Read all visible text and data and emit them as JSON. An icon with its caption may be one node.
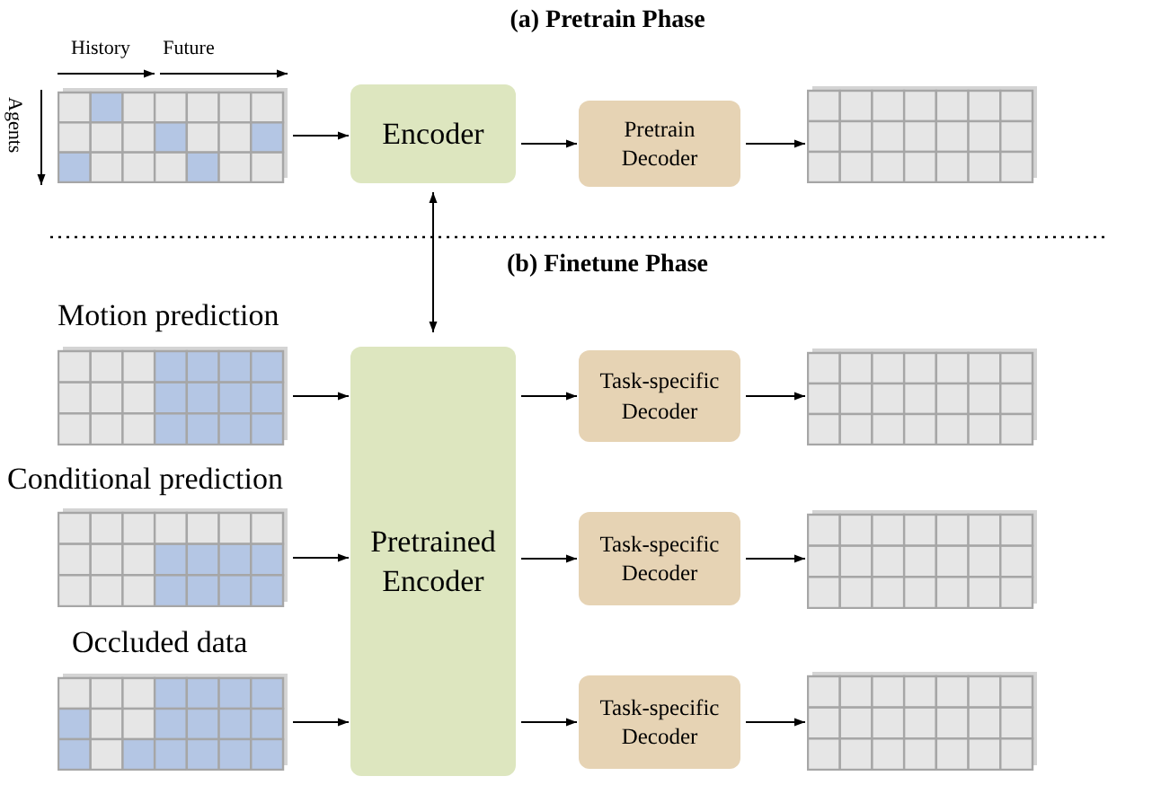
{
  "diagram": {
    "nodes": [
      {
        "text": [],
        "shape": "grid"
      },
      {
        "text": [
          "Encoder"
        ]
      },
      {
        "text": [
          "Pretrain Decoder"
        ]
      },
      {
        "text": [],
        "shape": "grid"
      },
      {
        "text": [],
        "shape": "grid",
        "beside": [
          "Motion prediction"
        ]
      },
      {
        "text": [],
        "shape": "grid",
        "beside": [
          "Conditional prediction"
        ]
      },
      {
        "text": [],
        "shape": "grid",
        "beside": [
          "Occluded data"
        ]
      },
      {
        "text": [
          "Pretrained Encoder"
        ]
      },
      {
        "text": [
          "Task-specific Decoder"
        ]
      },
      {
        "text": [
          "Task-specific Decoder"
        ]
      },
      {
        "text": [
          "Task-specific Decoder"
        ]
      },
      {
        "text": [],
        "shape": "grid"
      },
      {
        "text": [],
        "shape": "grid"
      },
      {
        "text": [],
        "shape": "grid"
      }
    ],
    "edges": [
      {
        "from": 0,
        "to": 1,
        "arrow": "to"
      },
      {
        "from": 1,
        "to": 2,
        "arrow": "to"
      },
      {
        "from": 2,
        "to": 3,
        "arrow": "to"
      },
      {
        "from": 1,
        "to": 7,
        "arrow": "both"
      },
      {
        "from": 4,
        "to": 7,
        "arrow": "to"
      },
      {
        "from": 5,
        "to": 7,
        "arrow": "to"
      },
      {
        "from": 6,
        "to": 7,
        "arrow": "to"
      },
      {
        "from": 7,
        "to": 8,
        "arrow": "to"
      },
      {
        "from": 7,
        "to": 9,
        "arrow": "to"
      },
      {
        "from": 7,
        "to": 10,
        "arrow": "to"
      },
      {
        "from": 8,
        "to": 11,
        "arrow": "to"
      },
      {
        "from": 9,
        "to": 12,
        "arrow": "to"
      },
      {
        "from": 10,
        "to": 13,
        "arrow": "to"
      }
    ],
    "labels": [
      "(a) Pretrain Phase",
      "History",
      "Future",
      "Agents",
      "(b) Finetune Phase"
    ]
  }
}
